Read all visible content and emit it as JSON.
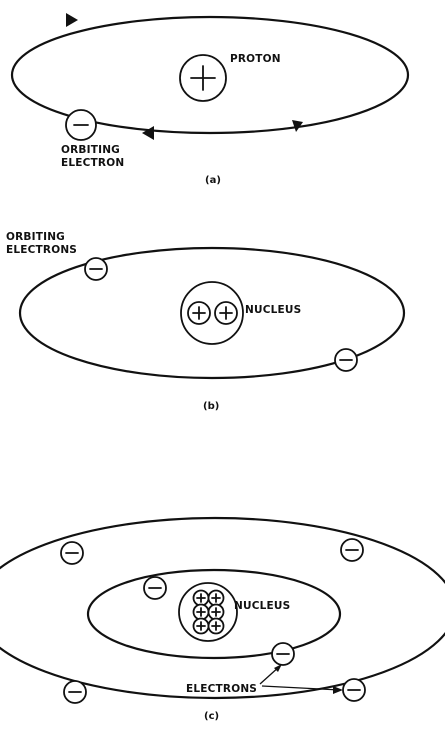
{
  "figure_a": {
    "proton_label": "PROTON",
    "electron_label_line1": "ORBITING",
    "electron_label_line2": "ELECTRON",
    "caption": "(a)"
  },
  "figure_b": {
    "electrons_label_line1": "ORBITING",
    "electrons_label_line2": "ELECTRONS",
    "nucleus_label": "NUCLEUS",
    "caption": "(b)"
  },
  "figure_c": {
    "nucleus_label": "NUCLEUS",
    "electrons_label": "ELECTRONS",
    "caption": "(c)"
  }
}
